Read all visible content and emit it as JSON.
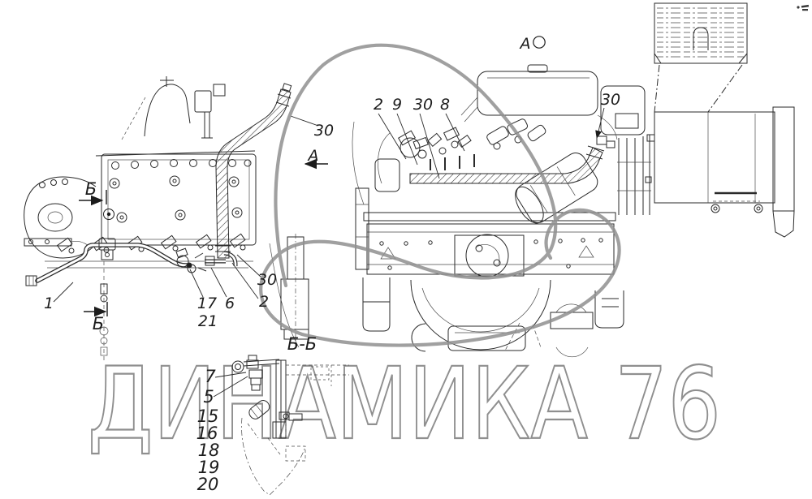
{
  "page": {
    "background": "#ffffff",
    "line_color": "#2a2a2a",
    "watermark_color": "#8f8f8f"
  },
  "watermark": {
    "text": "ДИНАМИКА 76"
  },
  "view_labels": {
    "view_a_title": "А",
    "view_a_arrow": "А",
    "section_cut_top": "Б",
    "section_cut_bottom": "Б",
    "section_view_title": "Б-Б"
  },
  "callouts": {
    "c30_left_hose": "30",
    "c2_top": "2",
    "c9_top": "9",
    "c30_top": "30",
    "c8_top": "8",
    "c30_right": "30",
    "c1": "1",
    "c17": "17",
    "c21": "21",
    "c6": "6",
    "c2_bottom": "2",
    "c30_bottom": "30",
    "c7": "7",
    "c5": "5",
    "c15": "15",
    "c16": "16",
    "c18": "18",
    "c19": "19",
    "c20": "20"
  }
}
